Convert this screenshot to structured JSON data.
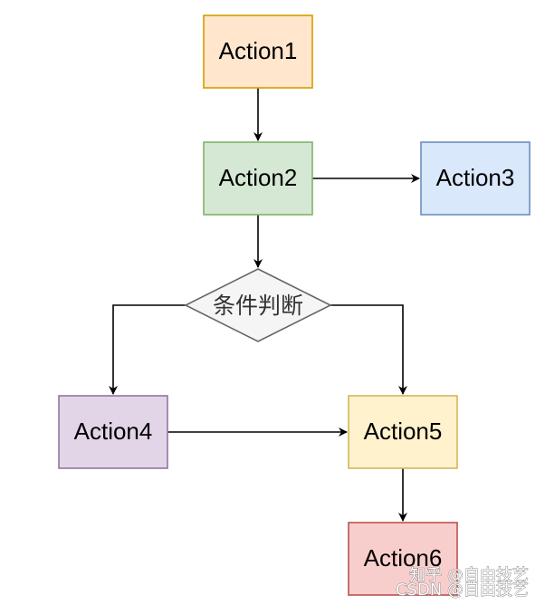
{
  "nodes": {
    "action1": {
      "label": "Action1",
      "fill": "#ffe6cc",
      "stroke": "#d79b00"
    },
    "action2": {
      "label": "Action2",
      "fill": "#d5e8d4",
      "stroke": "#82b366"
    },
    "action3": {
      "label": "Action3",
      "fill": "#dae8fc",
      "stroke": "#6c8ebf"
    },
    "condition": {
      "label": "条件判断",
      "fill": "#f5f5f5",
      "stroke": "#666666"
    },
    "action4": {
      "label": "Action4",
      "fill": "#e1d5e7",
      "stroke": "#9673a6"
    },
    "action5": {
      "label": "Action5",
      "fill": "#fff2cc",
      "stroke": "#d6b656"
    },
    "action6": {
      "label": "Action6",
      "fill": "#f8cecc",
      "stroke": "#b85450"
    }
  },
  "edges": [
    {
      "from": "Action1",
      "to": "Action2"
    },
    {
      "from": "Action2",
      "to": "Action3"
    },
    {
      "from": "Action2",
      "to": "条件判断"
    },
    {
      "from": "条件判断",
      "to": "Action4"
    },
    {
      "from": "条件判断",
      "to": "Action5"
    },
    {
      "from": "Action4",
      "to": "Action5"
    },
    {
      "from": "Action5",
      "to": "Action6"
    }
  ],
  "watermark": {
    "line1": "知乎 @自由技艺",
    "line2": "CSDN @自由技艺"
  }
}
